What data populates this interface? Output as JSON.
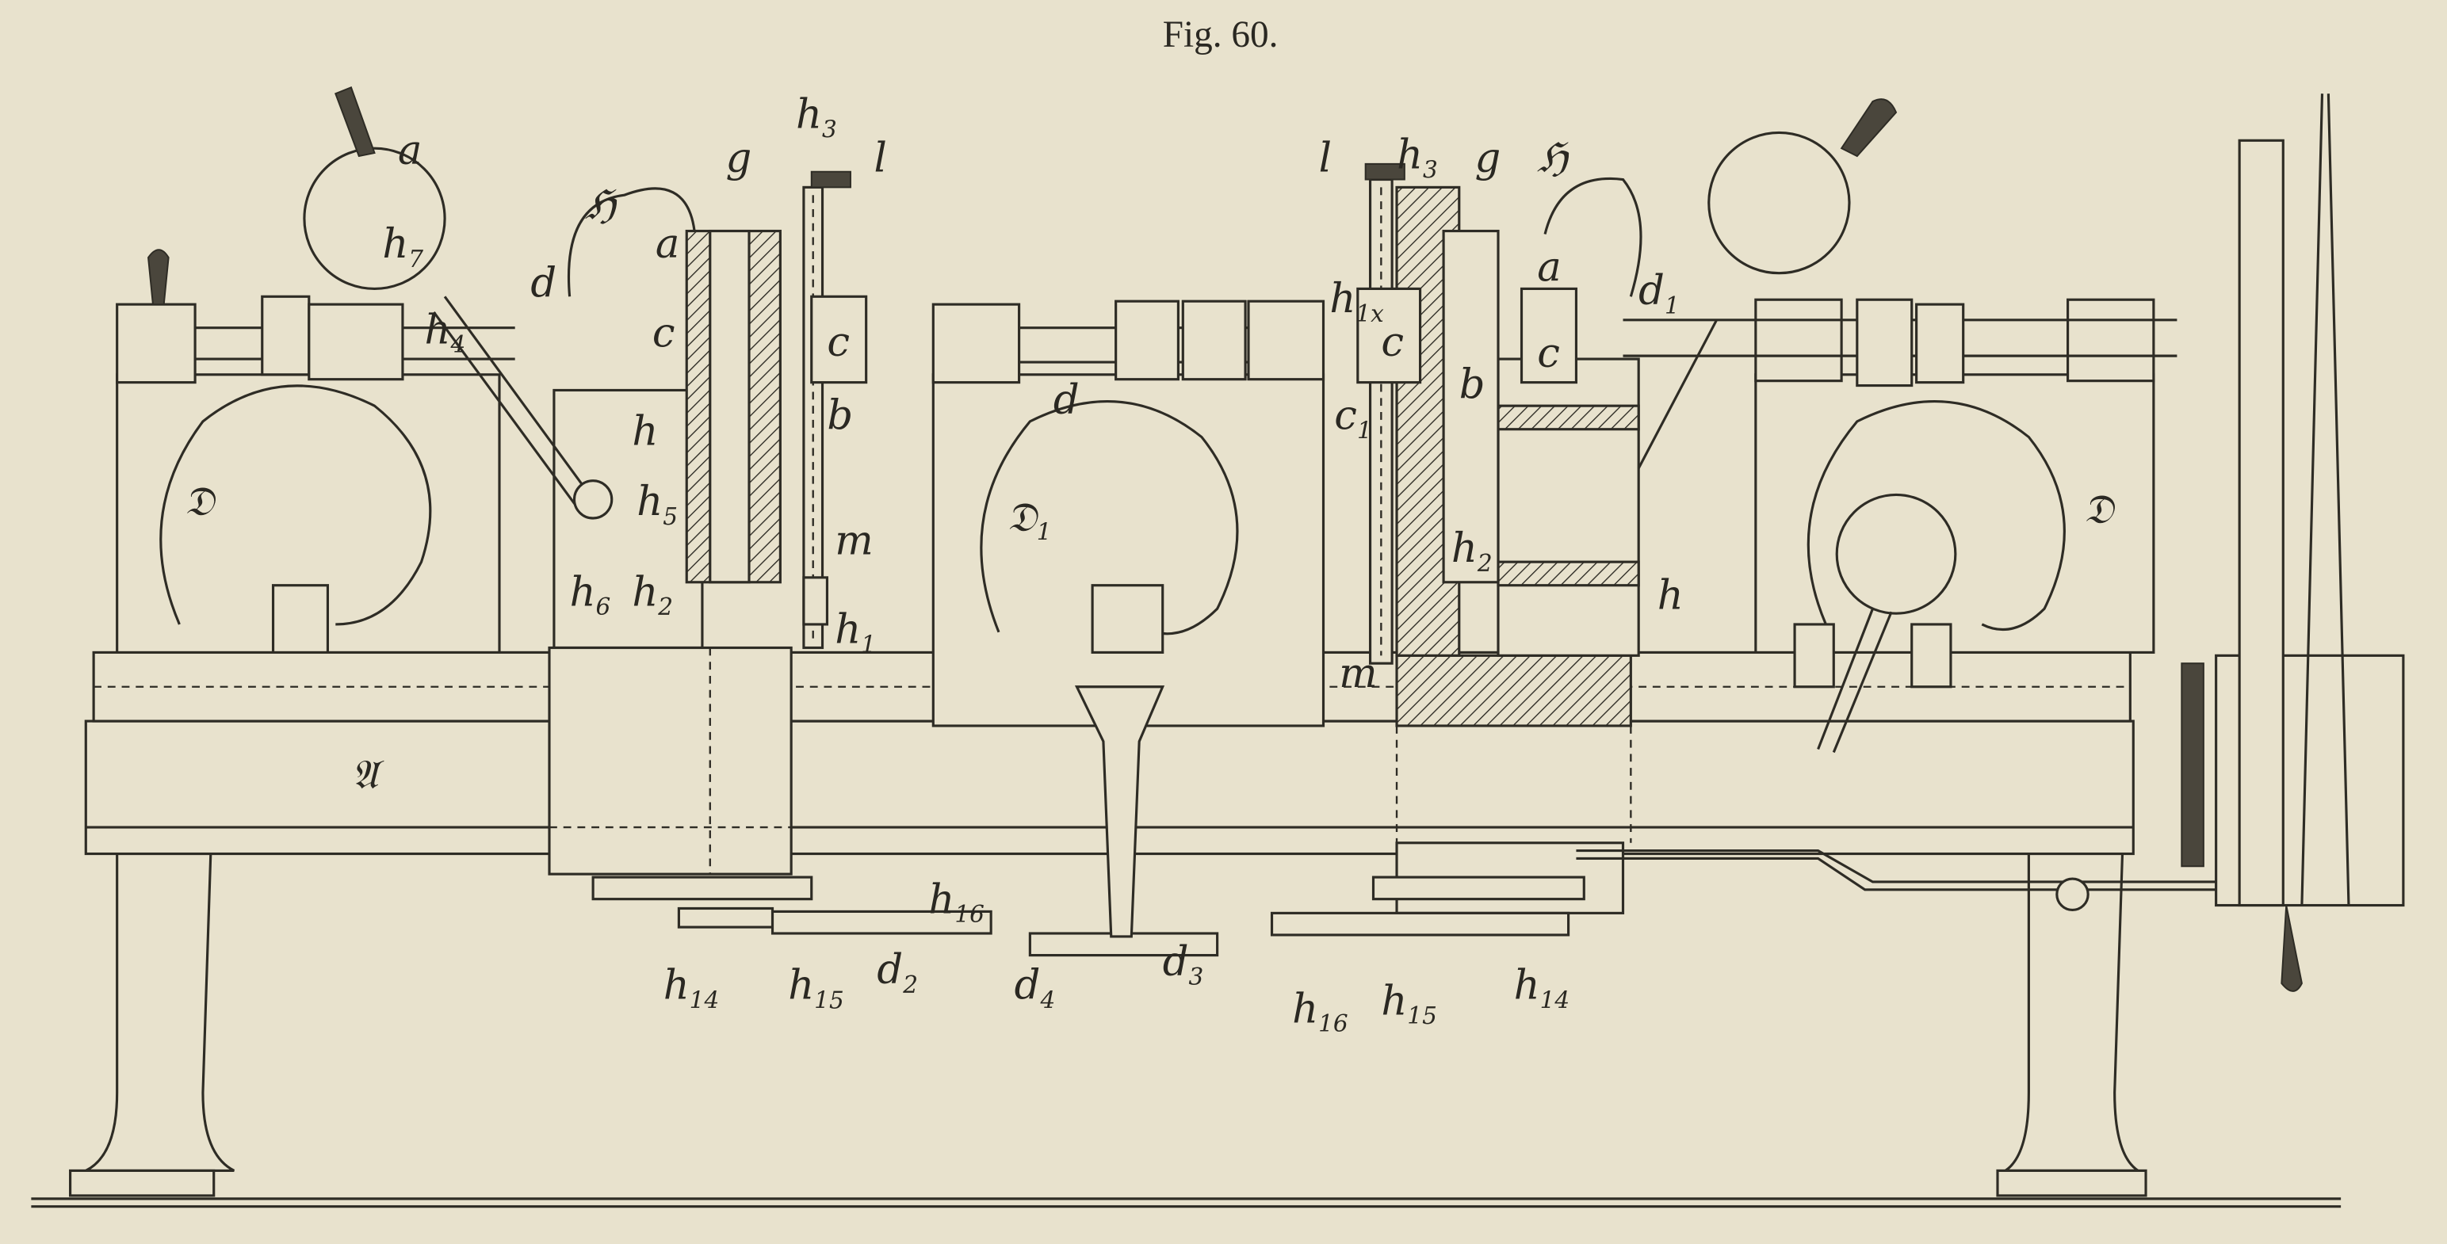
{
  "figure": {
    "title": "Fig. 60.",
    "colors": {
      "paper": "#e8e2cd",
      "ink": "#2e2c25"
    }
  },
  "labels": {
    "a_arrow": "a",
    "h7": {
      "base": "h",
      "sub": "7"
    },
    "h4": {
      "base": "h",
      "sub": "4"
    },
    "h3_left": {
      "base": "h",
      "sub": "3"
    },
    "l_left": "l",
    "g_left": "g",
    "H_left": "ℌ",
    "a_left": "a",
    "d_left": "d",
    "c_left_dashed": "c",
    "c_left": "c",
    "b_left": "b",
    "h_left": "h",
    "h5": {
      "base": "h",
      "sub": "5"
    },
    "h6": {
      "base": "h",
      "sub": "6"
    },
    "h2_left": {
      "base": "h",
      "sub": "2"
    },
    "m_left": "m",
    "h1_left": {
      "base": "h",
      "sub": "1"
    },
    "D_left": "𝔇",
    "D1": {
      "base": "𝔇",
      "sub": "1"
    },
    "d_mid": "d",
    "A": "𝔄",
    "l_right": "l",
    "h3_right": {
      "base": "h",
      "sub": "3"
    },
    "g_right": "g",
    "H_right": "ℌ",
    "h1x": {
      "base": "h",
      "sub": "1x"
    },
    "c_right1": "c",
    "c1": {
      "base": "c",
      "sub": "1"
    },
    "b_right": "b",
    "a_right": "a",
    "c_right2": "c",
    "d1": {
      "base": "d",
      "sub": "1"
    },
    "h2_right": {
      "base": "h",
      "sub": "2"
    },
    "h_right": "h",
    "m_right": "m",
    "D_right": "𝔇",
    "h14_left": {
      "base": "h",
      "sub": "14"
    },
    "h15_left": {
      "base": "h",
      "sub": "15"
    },
    "d2": {
      "base": "d",
      "sub": "2"
    },
    "h16_top": {
      "base": "h",
      "sub": "16"
    },
    "d4": {
      "base": "d",
      "sub": "4"
    },
    "d3": {
      "base": "d",
      "sub": "3"
    },
    "h16_right": {
      "base": "h",
      "sub": "16"
    },
    "h15_right": {
      "base": "h",
      "sub": "15"
    },
    "h14_right": {
      "base": "h",
      "sub": "14"
    }
  }
}
